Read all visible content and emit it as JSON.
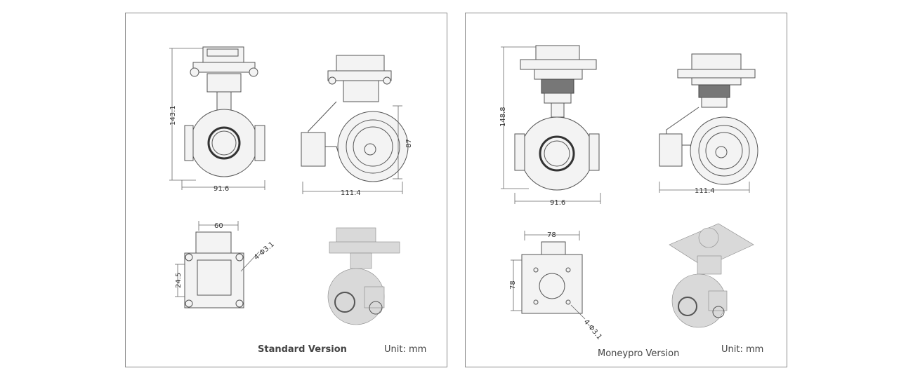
{
  "standard": {
    "caption": "Standard Version",
    "unit": "Unit: mm",
    "dims": {
      "height": "143.1",
      "front_width": "91.6",
      "side_height": "87",
      "side_width": "111.4",
      "top_width": "60",
      "top_height": "24.5",
      "holes": "4-Φ3.1"
    }
  },
  "moneypro": {
    "caption": "Moneypro Version",
    "unit": "Unit: mm",
    "dims": {
      "height": "148.8",
      "front_width": "91.6",
      "side_width": "111.4",
      "top_width": "78",
      "top_height": "78",
      "holes": "4-Φ3.1"
    }
  }
}
